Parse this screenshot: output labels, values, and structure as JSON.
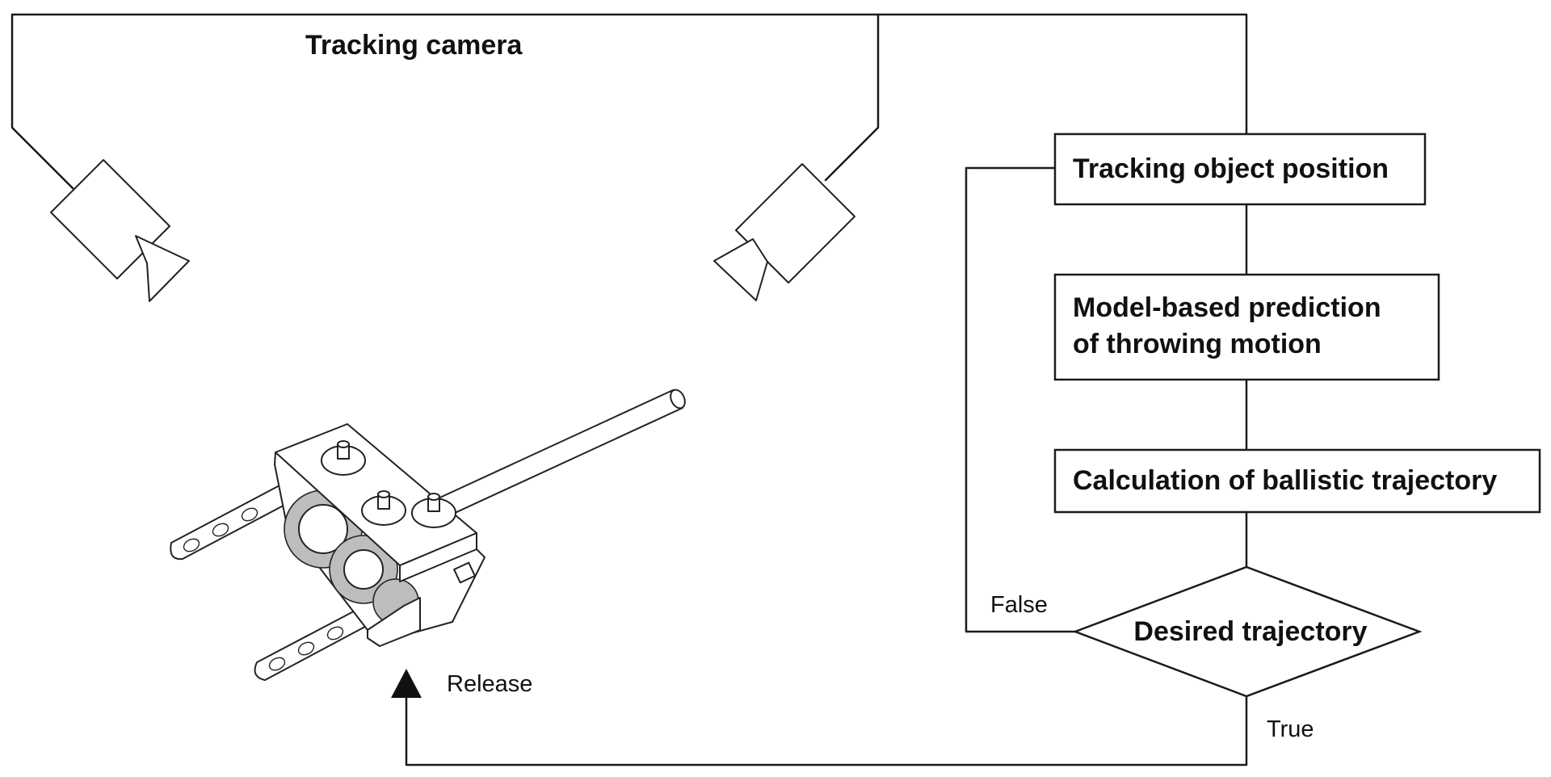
{
  "camera": {
    "title": "Tracking camera"
  },
  "flow": {
    "step1": "Tracking object position",
    "step2_line1": "Model-based prediction",
    "step2_line2": "of throwing motion",
    "step3": "Calculation of ballistic trajectory",
    "decision": "Desired trajectory",
    "false_label": "False",
    "true_label": "True"
  },
  "release": {
    "label": "Release"
  }
}
